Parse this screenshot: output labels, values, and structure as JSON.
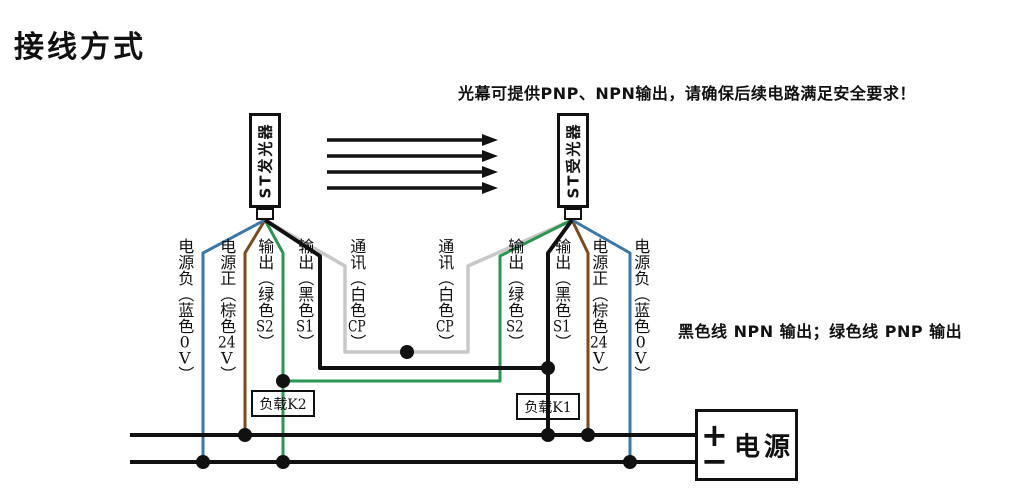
{
  "title": "接线方式",
  "notes": {
    "top": "光幕可提供PNP、NPN输出，请确保后续电路满足安全要求！",
    "side": "黑色线 NPN 输出；绿色线 PNP 输出"
  },
  "devices": {
    "emitter": "ST发光器",
    "receiver": "ST受光器"
  },
  "wire_labels": {
    "left": [
      "电源负（蓝色 0 V）",
      "电源正（棕色 24 V）",
      "输出（绿色 S2）",
      "输出（黑色 S1）",
      "通讯（白色 CP）"
    ],
    "right": [
      "通讯（白色 CP）",
      "输出（绿色 S2）",
      "输出（黑色 S1）",
      "电源正（棕色 24 V）",
      "电源负（蓝色 0 V）"
    ]
  },
  "loads": {
    "k2": "负载K2",
    "k1": "负载K1"
  },
  "power": {
    "label": "电源",
    "plus": "+",
    "minus": "−"
  },
  "colors": {
    "blue": "#3a78a9",
    "brown": "#7c4a1f",
    "green": "#2a9750",
    "whitewire": "#c8c8c8",
    "black": "#111111"
  }
}
